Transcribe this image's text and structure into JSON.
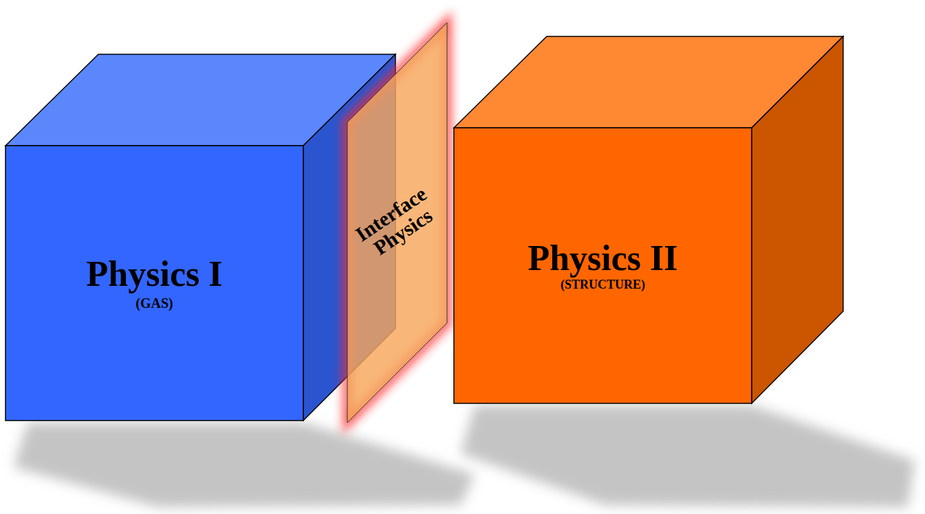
{
  "diagram": {
    "nodes": [
      {
        "text": [
          "Physics I",
          "(GAS)"
        ]
      },
      {
        "text": [
          "Interface Physics"
        ]
      },
      {
        "text": [
          "Physics II",
          "(STRUCTURE)"
        ]
      }
    ]
  }
}
